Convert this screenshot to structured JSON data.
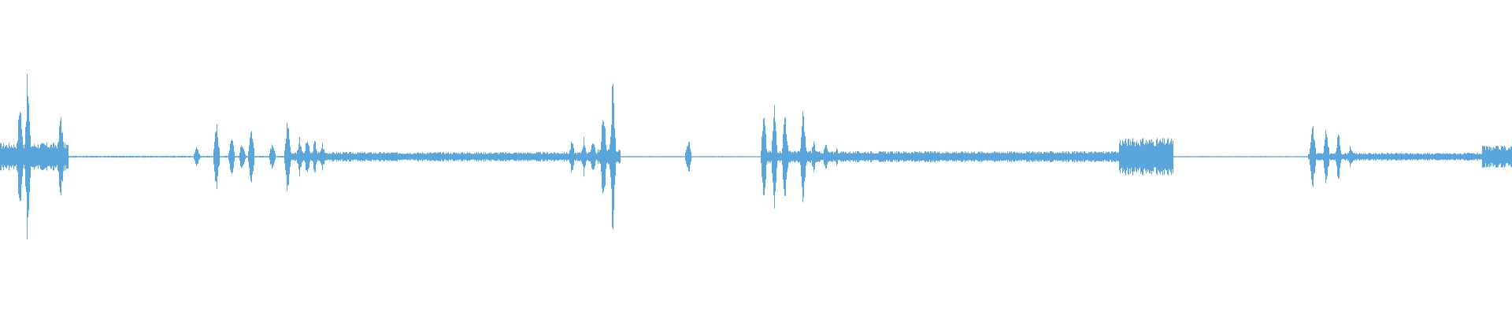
{
  "waveform": {
    "color": "#5aa5dc",
    "background": "#ffffff",
    "baseline_amplitude": 0.01,
    "segments": [
      {
        "start": 0.0,
        "end": 0.045,
        "amp": 0.09
      },
      {
        "start": 0.045,
        "end": 0.19,
        "amp": 0.006
      },
      {
        "start": 0.19,
        "end": 0.395,
        "amp": 0.03
      },
      {
        "start": 0.395,
        "end": 0.41,
        "amp": 0.05
      },
      {
        "start": 0.41,
        "end": 0.505,
        "amp": 0.004
      },
      {
        "start": 0.505,
        "end": 0.54,
        "amp": 0.04
      },
      {
        "start": 0.54,
        "end": 0.74,
        "amp": 0.035
      },
      {
        "start": 0.74,
        "end": 0.776,
        "amp": 0.12
      },
      {
        "start": 0.776,
        "end": 0.865,
        "amp": 0.004
      },
      {
        "start": 0.865,
        "end": 0.98,
        "amp": 0.025
      },
      {
        "start": 0.98,
        "end": 1.0,
        "amp": 0.07
      }
    ],
    "peaks": [
      {
        "pos": 0.013,
        "amp": 0.45
      },
      {
        "pos": 0.018,
        "amp": 0.6
      },
      {
        "pos": 0.04,
        "amp": 0.35
      },
      {
        "pos": 0.13,
        "amp": 0.08
      },
      {
        "pos": 0.143,
        "amp": 0.25
      },
      {
        "pos": 0.153,
        "amp": 0.18
      },
      {
        "pos": 0.16,
        "amp": 0.12
      },
      {
        "pos": 0.166,
        "amp": 0.2
      },
      {
        "pos": 0.18,
        "amp": 0.13
      },
      {
        "pos": 0.19,
        "amp": 0.3
      },
      {
        "pos": 0.198,
        "amp": 0.15
      },
      {
        "pos": 0.203,
        "amp": 0.14
      },
      {
        "pos": 0.208,
        "amp": 0.12
      },
      {
        "pos": 0.213,
        "amp": 0.1
      },
      {
        "pos": 0.378,
        "amp": 0.12
      },
      {
        "pos": 0.386,
        "amp": 0.14
      },
      {
        "pos": 0.392,
        "amp": 0.15
      },
      {
        "pos": 0.399,
        "amp": 0.38
      },
      {
        "pos": 0.405,
        "amp": 0.55
      },
      {
        "pos": 0.455,
        "amp": 0.14
      },
      {
        "pos": 0.505,
        "amp": 0.32
      },
      {
        "pos": 0.512,
        "amp": 0.38
      },
      {
        "pos": 0.519,
        "amp": 0.37
      },
      {
        "pos": 0.531,
        "amp": 0.33
      },
      {
        "pos": 0.538,
        "amp": 0.12
      },
      {
        "pos": 0.546,
        "amp": 0.1
      },
      {
        "pos": 0.553,
        "amp": 0.07
      },
      {
        "pos": 0.868,
        "amp": 0.28
      },
      {
        "pos": 0.877,
        "amp": 0.21
      },
      {
        "pos": 0.885,
        "amp": 0.17
      },
      {
        "pos": 0.893,
        "amp": 0.09
      }
    ],
    "seed": 17
  }
}
